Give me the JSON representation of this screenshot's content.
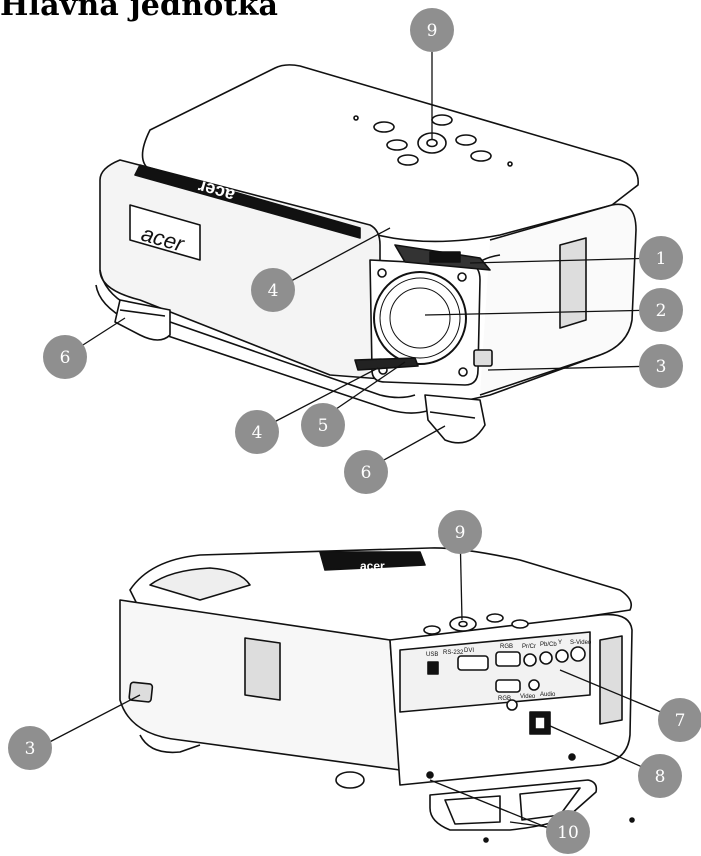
{
  "title": "Hlavná jednotka",
  "colors": {
    "callout": "#8f8f8f",
    "callout_text": "#ffffff",
    "line": "#111111"
  },
  "callouts": {
    "top_9": "9",
    "top_1": "1",
    "top_2": "2",
    "top_3": "3",
    "top_4a": "4",
    "top_4b": "4",
    "top_5": "5",
    "top_6a": "6",
    "top_6b": "6",
    "bottom_9": "9",
    "bottom_3": "3",
    "bottom_7": "7",
    "bottom_8": "8",
    "bottom_10": "10"
  },
  "logo_text": "acer",
  "rear_panel_labels": [
    "USB",
    "RS-232",
    "DVI",
    "RGB",
    "Pr/Cr",
    "Pb/Cb",
    "Y",
    "S-Video",
    "RGB",
    "Video",
    "Audio"
  ]
}
